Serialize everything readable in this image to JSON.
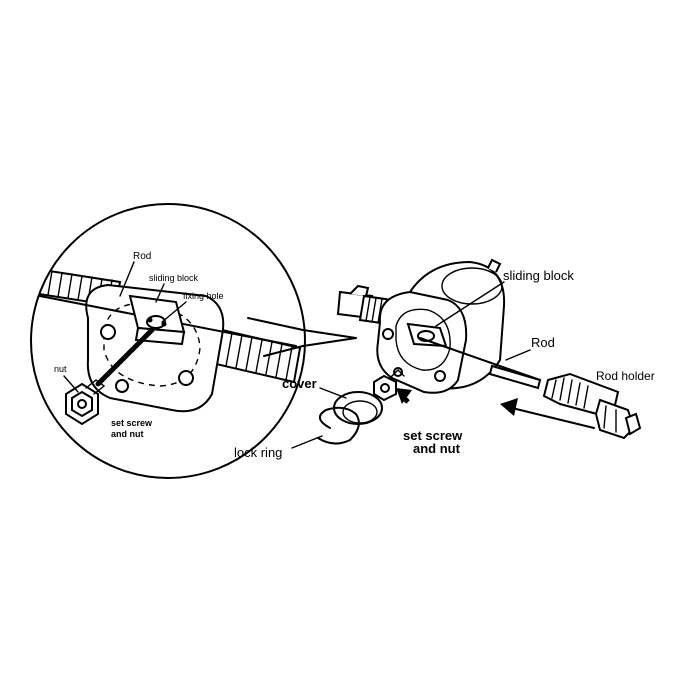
{
  "labels": {
    "detail_rod": "Rod",
    "detail_sliding_block": "sliding block",
    "detail_fixing_hole": "fixing hole",
    "detail_nut": "nut",
    "detail_set_screw_line1": "set screw",
    "detail_set_screw_line2": "and nut",
    "main_sliding_block": "sliding block",
    "main_rod": "Rod",
    "main_rod_holder": "Rod holder",
    "main_cover": "cover",
    "main_lock_ring": "lock ring",
    "main_set_screw_line1": "set screw",
    "main_set_screw_line2": "and nut"
  },
  "colors": {
    "ink": "#000000",
    "paper": "#ffffff"
  }
}
